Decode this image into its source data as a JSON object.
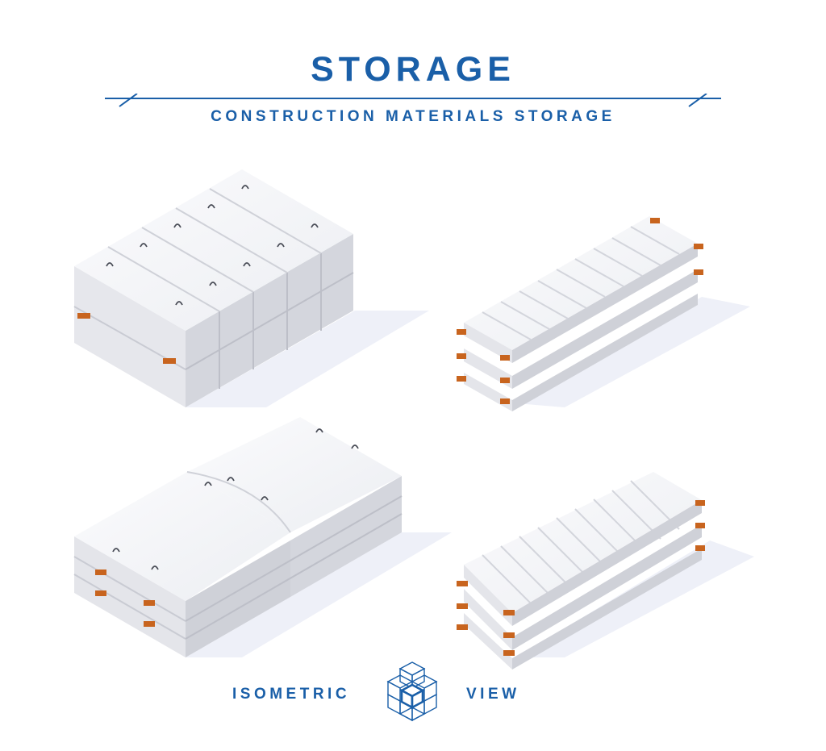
{
  "header": {
    "title": "STORAGE",
    "subtitle": "CONSTRUCTION MATERIALS STORAGE"
  },
  "footer": {
    "left_text": "ISOMETRIC",
    "right_text": "VIEW",
    "logo_icon": "isometric-cube-icon"
  },
  "items": [
    {
      "name": "foundation-blocks-stack"
    },
    {
      "name": "stair-flights-stack-narrow"
    },
    {
      "name": "floor-slabs-stack"
    },
    {
      "name": "stair-flights-stack-wide"
    }
  ],
  "colors": {
    "accent": "#1a5fa8",
    "concrete_top": "#f6f6f8",
    "concrete_left": "#e4e5ea",
    "concrete_right": "#cfd1d8",
    "shadow": "#eef0f8",
    "wood": "#c8641e"
  }
}
